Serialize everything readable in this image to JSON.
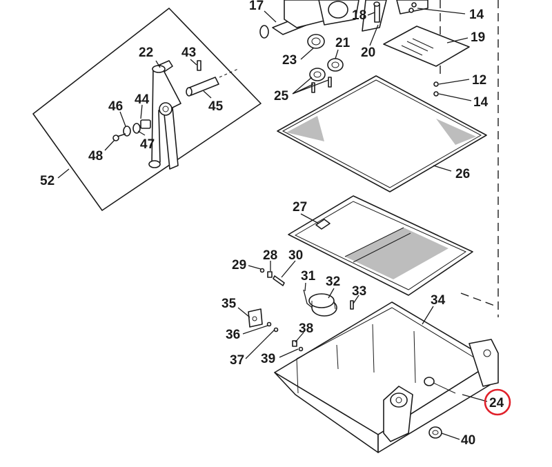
{
  "colors": {
    "line": "#1a1a1a",
    "highlight": "#e0202a",
    "background": "#ffffff"
  },
  "diagram": {
    "highlighted_label": "24",
    "labels": [
      {
        "id": "17",
        "text": "17"
      },
      {
        "id": "18",
        "text": "18"
      },
      {
        "id": "14a",
        "text": "14"
      },
      {
        "id": "19",
        "text": "19"
      },
      {
        "id": "20",
        "text": "20"
      },
      {
        "id": "21",
        "text": "21"
      },
      {
        "id": "22",
        "text": "22"
      },
      {
        "id": "43",
        "text": "43"
      },
      {
        "id": "23",
        "text": "23"
      },
      {
        "id": "12",
        "text": "12"
      },
      {
        "id": "14b",
        "text": "14"
      },
      {
        "id": "25",
        "text": "25"
      },
      {
        "id": "45",
        "text": "45"
      },
      {
        "id": "46",
        "text": "46"
      },
      {
        "id": "44",
        "text": "44"
      },
      {
        "id": "47",
        "text": "47"
      },
      {
        "id": "48",
        "text": "48"
      },
      {
        "id": "52",
        "text": "52"
      },
      {
        "id": "26",
        "text": "26"
      },
      {
        "id": "27",
        "text": "27"
      },
      {
        "id": "29",
        "text": "29"
      },
      {
        "id": "28",
        "text": "28"
      },
      {
        "id": "30",
        "text": "30"
      },
      {
        "id": "31",
        "text": "31"
      },
      {
        "id": "32",
        "text": "32"
      },
      {
        "id": "33",
        "text": "33"
      },
      {
        "id": "34",
        "text": "34"
      },
      {
        "id": "35",
        "text": "35"
      },
      {
        "id": "36",
        "text": "36"
      },
      {
        "id": "38",
        "text": "38"
      },
      {
        "id": "37",
        "text": "37"
      },
      {
        "id": "39",
        "text": "39"
      },
      {
        "id": "24",
        "text": "24"
      },
      {
        "id": "40",
        "text": "40"
      }
    ]
  }
}
